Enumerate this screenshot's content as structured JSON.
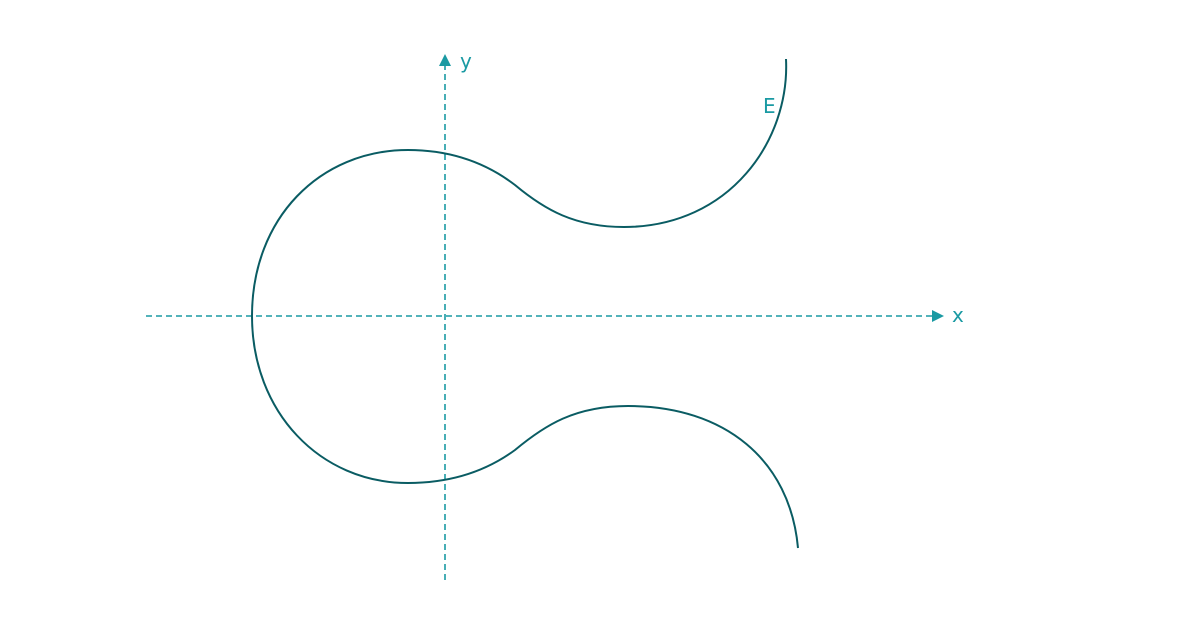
{
  "diagram": {
    "x_axis_label": "x",
    "y_axis_label": "y",
    "curve_label": "E",
    "colors": {
      "axis": "#1a9aa3",
      "curve": "#0a5c63",
      "background": "#ffffff"
    }
  }
}
